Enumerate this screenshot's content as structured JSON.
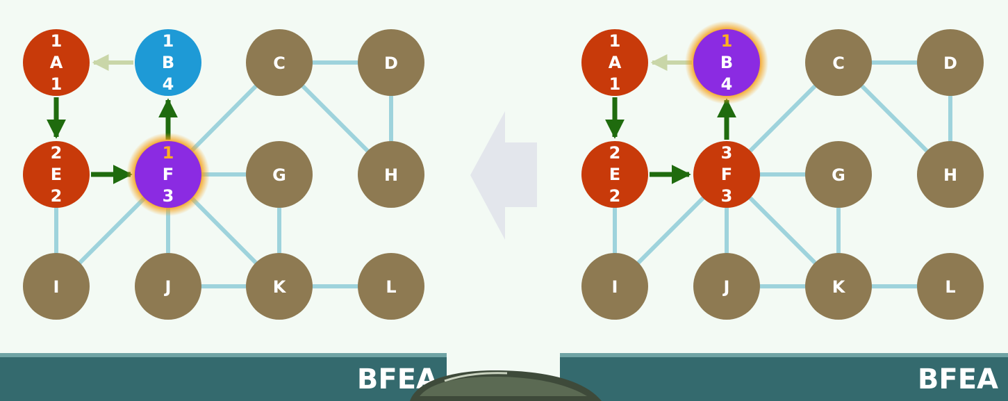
{
  "colors": {
    "background": "#f3faf4",
    "edge": "#9ed3dc",
    "tree_edge": "#1f6b0e",
    "back_pointer": "#c9d6a8",
    "unvisited": "#8e7a52",
    "visited": "#c83a0a",
    "current": "#8b2be2",
    "target": "#1e9ad6",
    "highlight_digit": "#ffb020",
    "glow": "#f4a11a",
    "bar": "#346a6e",
    "bar_top": "#6fa3a4",
    "transition_arrow": "#e3e6ec"
  },
  "panels": [
    {
      "id": "left",
      "label": "BFEA",
      "nodes": [
        {
          "id": "A",
          "lines": [
            "1",
            "A",
            "1"
          ],
          "state": "visited"
        },
        {
          "id": "B",
          "lines": [
            "1",
            "B",
            "4"
          ],
          "state": "target"
        },
        {
          "id": "C",
          "lines": [
            "C"
          ],
          "state": "unvisited"
        },
        {
          "id": "D",
          "lines": [
            "D"
          ],
          "state": "unvisited"
        },
        {
          "id": "E",
          "lines": [
            "2",
            "E",
            "2"
          ],
          "state": "visited"
        },
        {
          "id": "F",
          "lines": [
            "1",
            "F",
            "3"
          ],
          "state": "current",
          "glow": true,
          "highlight_first_line": true
        },
        {
          "id": "G",
          "lines": [
            "G"
          ],
          "state": "unvisited"
        },
        {
          "id": "H",
          "lines": [
            "H"
          ],
          "state": "unvisited"
        },
        {
          "id": "I",
          "lines": [
            "I"
          ],
          "state": "unvisited"
        },
        {
          "id": "J",
          "lines": [
            "J"
          ],
          "state": "unvisited"
        },
        {
          "id": "K",
          "lines": [
            "K"
          ],
          "state": "unvisited"
        },
        {
          "id": "L",
          "lines": [
            "L"
          ],
          "state": "unvisited"
        }
      ],
      "edges": [
        [
          "C",
          "D"
        ],
        [
          "C",
          "F"
        ],
        [
          "C",
          "H"
        ],
        [
          "D",
          "H"
        ],
        [
          "E",
          "I"
        ],
        [
          "F",
          "G"
        ],
        [
          "F",
          "I"
        ],
        [
          "F",
          "J"
        ],
        [
          "F",
          "K"
        ],
        [
          "G",
          "K"
        ],
        [
          "J",
          "K"
        ],
        [
          "K",
          "L"
        ]
      ],
      "tree_edges": [
        [
          "A",
          "E"
        ],
        [
          "E",
          "F"
        ],
        [
          "F",
          "B"
        ]
      ],
      "back_pointers": [
        [
          "B",
          "A"
        ]
      ]
    },
    {
      "id": "right",
      "label": "BFEA",
      "nodes": [
        {
          "id": "A",
          "lines": [
            "1",
            "A",
            "1"
          ],
          "state": "visited"
        },
        {
          "id": "B",
          "lines": [
            "1",
            "B",
            "4"
          ],
          "state": "current",
          "glow": true,
          "highlight_first_line": true
        },
        {
          "id": "C",
          "lines": [
            "C"
          ],
          "state": "unvisited"
        },
        {
          "id": "D",
          "lines": [
            "D"
          ],
          "state": "unvisited"
        },
        {
          "id": "E",
          "lines": [
            "2",
            "E",
            "2"
          ],
          "state": "visited"
        },
        {
          "id": "F",
          "lines": [
            "3",
            "F",
            "3"
          ],
          "state": "visited"
        },
        {
          "id": "G",
          "lines": [
            "G"
          ],
          "state": "unvisited"
        },
        {
          "id": "H",
          "lines": [
            "H"
          ],
          "state": "unvisited"
        },
        {
          "id": "I",
          "lines": [
            "I"
          ],
          "state": "unvisited"
        },
        {
          "id": "J",
          "lines": [
            "J"
          ],
          "state": "unvisited"
        },
        {
          "id": "K",
          "lines": [
            "K"
          ],
          "state": "unvisited"
        },
        {
          "id": "L",
          "lines": [
            "L"
          ],
          "state": "unvisited"
        }
      ],
      "edges": [
        [
          "C",
          "D"
        ],
        [
          "C",
          "F"
        ],
        [
          "C",
          "H"
        ],
        [
          "D",
          "H"
        ],
        [
          "E",
          "I"
        ],
        [
          "F",
          "G"
        ],
        [
          "F",
          "I"
        ],
        [
          "F",
          "J"
        ],
        [
          "F",
          "K"
        ],
        [
          "G",
          "K"
        ],
        [
          "J",
          "K"
        ],
        [
          "K",
          "L"
        ]
      ],
      "tree_edges": [
        [
          "A",
          "E"
        ],
        [
          "E",
          "F"
        ],
        [
          "F",
          "B"
        ]
      ],
      "back_pointers": [
        [
          "B",
          "A"
        ]
      ]
    }
  ]
}
